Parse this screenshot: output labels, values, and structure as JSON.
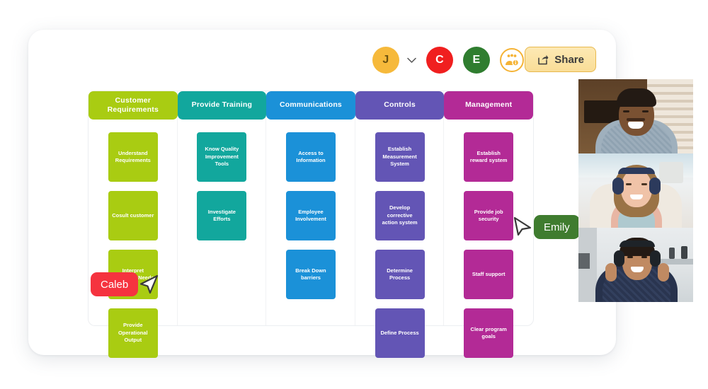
{
  "app": {
    "share_label": "Share",
    "share_icon": "share-arrow-icon",
    "group_icon": "people-info-icon",
    "chevron_icon": "chevron-down-icon"
  },
  "presence": {
    "participants": [
      {
        "initial": "J",
        "color": "#f6b93b",
        "name": "self-avatar",
        "self": true
      },
      {
        "initial": "C",
        "color": "#f01f1f",
        "name": "avatar-c",
        "self": false
      },
      {
        "initial": "E",
        "color": "#2f7d2f",
        "name": "avatar-e",
        "self": false
      }
    ]
  },
  "board": {
    "columns": [
      {
        "title": "Customer Requirements",
        "color": "#a9cc12",
        "cards": [
          "Understand Requirements",
          "Cosult customer",
          "Interpret Customer Needs",
          "Provide Operational Output"
        ]
      },
      {
        "title": "Provide Training",
        "color": "#12a79d",
        "cards": [
          "Know Quality Improvement Tools",
          "Investigate Efforts"
        ]
      },
      {
        "title": "Communications",
        "color": "#1b91d8",
        "cards": [
          "Access to Information",
          "Employee Involvement",
          "Break Down barriers"
        ]
      },
      {
        "title": "Controls",
        "color": "#6355b5",
        "cards": [
          "Establish Measurement System",
          "Develop corrective action system",
          "Determine Process",
          "Define Process"
        ]
      },
      {
        "title": "Management",
        "color": "#b32a96",
        "cards": [
          "Establish reward system",
          "Provide job security",
          "Staff support",
          "Clear program goals"
        ]
      }
    ]
  },
  "cursors": [
    {
      "label": "Caleb",
      "color": "#f5333f"
    },
    {
      "label": "Emily",
      "color": "#3f7c2f"
    }
  ],
  "video_tiles": [
    {
      "name": "participant-tile-1",
      "active": false
    },
    {
      "name": "participant-tile-2",
      "active": true
    },
    {
      "name": "participant-tile-3",
      "active": false
    }
  ]
}
